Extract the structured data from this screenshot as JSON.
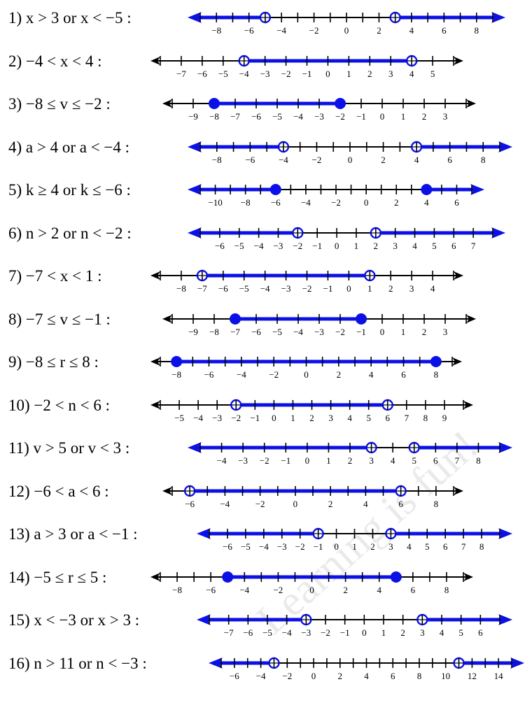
{
  "colors": {
    "shade": "#0b10e6",
    "axis": "#000000",
    "open_fill": "#ffffff",
    "watermark": "#000000"
  },
  "watermark": {
    "text": "Learning is fun!"
  },
  "problems": [
    {
      "label": "1)  x > 3 or x < −5 :",
      "ticks": [
        -9,
        9
      ],
      "tick_labels": [
        "−8",
        "−6",
        "−4",
        "−2",
        "0",
        "2",
        "4",
        "6",
        "8"
      ],
      "tick_label_values": [
        -8,
        -6,
        -4,
        -2,
        0,
        2,
        4,
        6,
        8
      ],
      "points": [
        {
          "v": -5,
          "closed": false
        },
        {
          "v": 3,
          "closed": false
        }
      ],
      "shading": "outside"
    },
    {
      "label": "2)  −4 < x < 4 :",
      "ticks": [
        -8,
        6
      ],
      "tick_labels": [
        "−7",
        "−6",
        "−5",
        "−4",
        "−3",
        "−2",
        "−1",
        "0",
        "1",
        "2",
        "3",
        "4",
        "5"
      ],
      "tick_label_values": [
        -7,
        -6,
        -5,
        -4,
        -3,
        -2,
        -1,
        0,
        1,
        2,
        3,
        4,
        5
      ],
      "points": [
        {
          "v": -4,
          "closed": false
        },
        {
          "v": 4,
          "closed": false
        }
      ],
      "shading": "between"
    },
    {
      "label": "3)  −8 ≤ v ≤ −2 :",
      "ticks": [
        -10,
        4
      ],
      "tick_labels": [
        "−9",
        "−8",
        "−7",
        "−6",
        "−5",
        "−4",
        "−3",
        "−2",
        "−1",
        "0",
        "1",
        "2",
        "3"
      ],
      "tick_label_values": [
        -9,
        -8,
        -7,
        -6,
        -5,
        -4,
        -3,
        -2,
        -1,
        0,
        1,
        2,
        3
      ],
      "points": [
        {
          "v": -8,
          "closed": true
        },
        {
          "v": -2,
          "closed": true
        }
      ],
      "shading": "between"
    },
    {
      "label": "4)  a > 4 or a < −4 :",
      "ticks": [
        -9,
        9
      ],
      "tick_labels": [
        "−8",
        "−6",
        "−4",
        "−2",
        "0",
        "2",
        "4",
        "6",
        "8"
      ],
      "tick_label_values": [
        -8,
        -6,
        -4,
        -2,
        0,
        2,
        4,
        6,
        8
      ],
      "points": [
        {
          "v": -4,
          "closed": false
        },
        {
          "v": 4,
          "closed": false
        }
      ],
      "shading": "outside"
    },
    {
      "label": "5)  k ≥ 4 or k ≤ −6 :",
      "ticks": [
        -11,
        7
      ],
      "tick_labels": [
        "−10",
        "−8",
        "−6",
        "−4",
        "−2",
        "0",
        "2",
        "4",
        "6"
      ],
      "tick_label_values": [
        -10,
        -8,
        -6,
        -4,
        -2,
        0,
        2,
        4,
        6
      ],
      "points": [
        {
          "v": -6,
          "closed": true
        },
        {
          "v": 4,
          "closed": true
        }
      ],
      "shading": "outside"
    },
    {
      "label": "6)  n > 2 or n < −2 :",
      "ticks": [
        -7,
        8
      ],
      "tick_labels": [
        "−6",
        "−5",
        "−4",
        "−3",
        "−2",
        "−1",
        "0",
        "1",
        "2",
        "3",
        "4",
        "5",
        "6",
        "7"
      ],
      "tick_label_values": [
        -6,
        -5,
        -4,
        -3,
        -2,
        -1,
        0,
        1,
        2,
        3,
        4,
        5,
        6,
        7
      ],
      "points": [
        {
          "v": -2,
          "closed": false
        },
        {
          "v": 2,
          "closed": false
        }
      ],
      "shading": "outside"
    },
    {
      "label": "7)  −7 < x < 1 :",
      "ticks": [
        -9,
        5
      ],
      "tick_labels": [
        "−8",
        "−7",
        "−6",
        "−5",
        "−4",
        "−3",
        "−2",
        "−1",
        "0",
        "1",
        "2",
        "3",
        "4"
      ],
      "tick_label_values": [
        -8,
        -7,
        -6,
        -5,
        -4,
        -3,
        -2,
        -1,
        0,
        1,
        2,
        3,
        4
      ],
      "points": [
        {
          "v": -7,
          "closed": false
        },
        {
          "v": 1,
          "closed": false
        }
      ],
      "shading": "between"
    },
    {
      "label": "8)  −7 ≤ v ≤ −1 :",
      "ticks": [
        -10,
        4
      ],
      "tick_labels": [
        "−9",
        "−8",
        "−7",
        "−6",
        "−5",
        "−4",
        "−3",
        "−2",
        "−1",
        "0",
        "1",
        "2",
        "3"
      ],
      "tick_label_values": [
        -9,
        -8,
        -7,
        -6,
        -5,
        -4,
        -3,
        -2,
        -1,
        0,
        1,
        2,
        3
      ],
      "points": [
        {
          "v": -7,
          "closed": true
        },
        {
          "v": -1,
          "closed": true
        }
      ],
      "shading": "between"
    },
    {
      "label": "9)  −8 ≤ r ≤ 8 :",
      "ticks": [
        -9,
        9
      ],
      "tick_labels": [
        "−8",
        "−6",
        "−4",
        "−2",
        "0",
        "2",
        "4",
        "6",
        "8"
      ],
      "tick_label_values": [
        -8,
        -6,
        -4,
        -2,
        0,
        2,
        4,
        6,
        8
      ],
      "points": [
        {
          "v": -8,
          "closed": true
        },
        {
          "v": 8,
          "closed": true
        }
      ],
      "shading": "between"
    },
    {
      "label": "10)  −2 < n < 6 :",
      "ticks": [
        -6,
        10
      ],
      "tick_labels": [
        "−5",
        "−4",
        "−3",
        "−2",
        "−1",
        "0",
        "1",
        "2",
        "3",
        "4",
        "5",
        "6",
        "7",
        "8",
        "9"
      ],
      "tick_label_values": [
        -5,
        -4,
        -3,
        -2,
        -1,
        0,
        1,
        2,
        3,
        4,
        5,
        6,
        7,
        8,
        9
      ],
      "points": [
        {
          "v": -2,
          "closed": false
        },
        {
          "v": 6,
          "closed": false
        }
      ],
      "shading": "between"
    },
    {
      "label": "11)  v > 5 or v < 3 :",
      "ticks": [
        -5,
        9
      ],
      "tick_labels": [
        "−4",
        "−3",
        "−2",
        "−1",
        "0",
        "1",
        "2",
        "3",
        "4",
        "5",
        "6",
        "7",
        "8"
      ],
      "tick_label_values": [
        -4,
        -3,
        -2,
        -1,
        0,
        1,
        2,
        3,
        4,
        5,
        6,
        7,
        8
      ],
      "points": [
        {
          "v": 3,
          "closed": false
        },
        {
          "v": 5,
          "closed": false
        }
      ],
      "shading": "outside"
    },
    {
      "label": "12)  −6 < a < 6 :",
      "ticks": [
        -7,
        9
      ],
      "tick_labels": [
        "−6",
        "−4",
        "−2",
        "0",
        "2",
        "4",
        "6",
        "8"
      ],
      "tick_label_values": [
        -6,
        -4,
        -2,
        0,
        2,
        4,
        6,
        8
      ],
      "points": [
        {
          "v": -6,
          "closed": false
        },
        {
          "v": 6,
          "closed": false
        }
      ],
      "shading": "between"
    },
    {
      "label": "13)  a > 3 or a < −1 :",
      "ticks": [
        -7,
        9
      ],
      "tick_labels": [
        "−6",
        "−5",
        "−4",
        "−3",
        "−2",
        "−1",
        "0",
        "1",
        "2",
        "3",
        "4",
        "5",
        "6",
        "7",
        "8"
      ],
      "tick_label_values": [
        -6,
        -5,
        -4,
        -3,
        -2,
        -1,
        0,
        1,
        2,
        3,
        4,
        5,
        6,
        7,
        8
      ],
      "points": [
        {
          "v": -1,
          "closed": false
        },
        {
          "v": 3,
          "closed": false
        }
      ],
      "shading": "outside"
    },
    {
      "label": "14)  −5 ≤ r ≤ 5 :",
      "ticks": [
        -9,
        9
      ],
      "tick_labels": [
        "−8",
        "−6",
        "−4",
        "−2",
        "0",
        "2",
        "4",
        "6",
        "8"
      ],
      "tick_label_values": [
        -8,
        -6,
        -4,
        -2,
        0,
        2,
        4,
        6,
        8
      ],
      "points": [
        {
          "v": -5,
          "closed": true
        },
        {
          "v": 5,
          "closed": true
        }
      ],
      "shading": "between"
    },
    {
      "label": "15)  x < −3 or x > 3 :",
      "ticks": [
        -8,
        7
      ],
      "tick_labels": [
        "−7",
        "−6",
        "−5",
        "−4",
        "−3",
        "−2",
        "−1",
        "0",
        "1",
        "2",
        "3",
        "4",
        "5",
        "6"
      ],
      "tick_label_values": [
        -7,
        -6,
        -5,
        -4,
        -3,
        -2,
        -1,
        0,
        1,
        2,
        3,
        4,
        5,
        6
      ],
      "points": [
        {
          "v": -3,
          "closed": false
        },
        {
          "v": 3,
          "closed": false
        }
      ],
      "shading": "outside"
    },
    {
      "label": "16)  n > 11 or n < −3 :",
      "ticks": [
        -7,
        15
      ],
      "tick_labels": [
        "−6",
        "−4",
        "−2",
        "0",
        "2",
        "4",
        "6",
        "8",
        "10",
        "12",
        "14"
      ],
      "tick_label_values": [
        -6,
        -4,
        -2,
        0,
        2,
        4,
        6,
        8,
        10,
        12,
        14
      ],
      "points": [
        {
          "v": -3,
          "closed": false
        },
        {
          "v": 11,
          "closed": false
        }
      ],
      "shading": "outside"
    }
  ]
}
